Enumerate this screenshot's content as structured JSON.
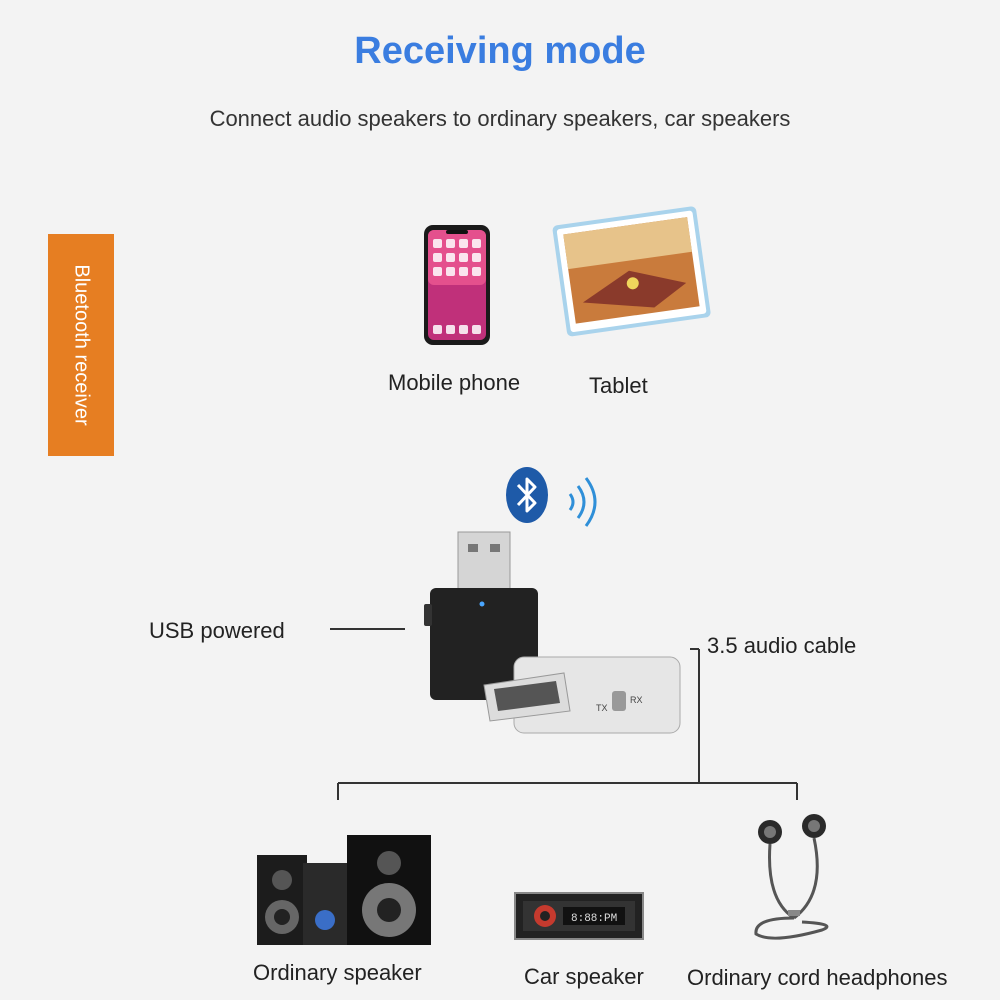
{
  "header": {
    "title": "Receiving mode",
    "subtitle": "Connect audio speakers to ordinary speakers, car speakers"
  },
  "side_tab": {
    "label": "Bluetooth receiver"
  },
  "sources": {
    "phone_label": "Mobile phone",
    "tablet_label": "Tablet"
  },
  "device": {
    "usb_label": "USB powered",
    "cable_label": "3.5 audio cable",
    "switch_tx": "TX",
    "switch_rx": "RX",
    "car_display": "8:88:PM"
  },
  "outputs": {
    "speaker_label": "Ordinary speaker",
    "car_label": "Car speaker",
    "headphones_label": "Ordinary cord headphones"
  },
  "colors": {
    "title": "#3a7de0",
    "tab": "#e67e22",
    "bluetooth": "#1e5aa8"
  }
}
